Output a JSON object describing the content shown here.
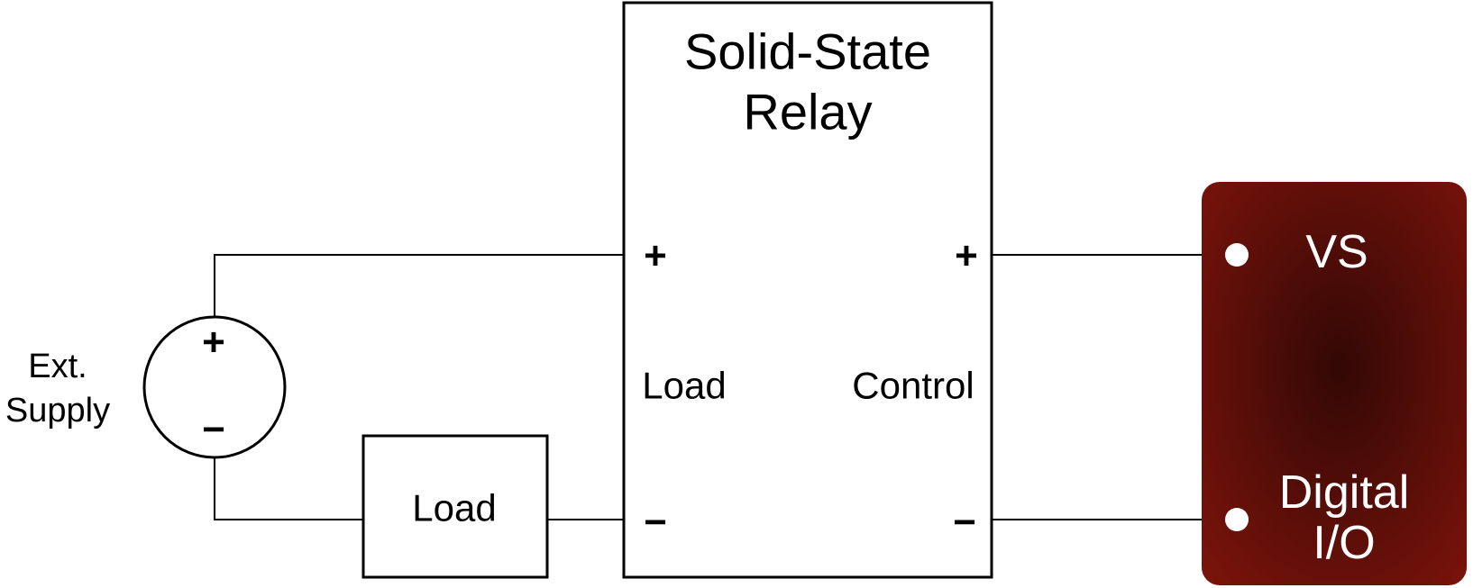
{
  "colors": {
    "device_box_edge": "#7D140B",
    "device_box_center": "#330805",
    "terminal_dot": "#FFFFFF"
  },
  "external_supply": {
    "label_line1": "Ext.",
    "label_line2": "Supply",
    "positive": "+",
    "negative": "−"
  },
  "load": {
    "label": "Load"
  },
  "relay": {
    "title_line1": "Solid-State",
    "title_line2": "Relay",
    "load_terminal": {
      "label": "Load",
      "positive": "+",
      "negative": "−"
    },
    "control_terminal": {
      "label": "Control",
      "positive": "+",
      "negative": "−"
    }
  },
  "device": {
    "vs_label": "VS",
    "digital_io_line1": "Digital",
    "digital_io_line2": "I/O"
  }
}
